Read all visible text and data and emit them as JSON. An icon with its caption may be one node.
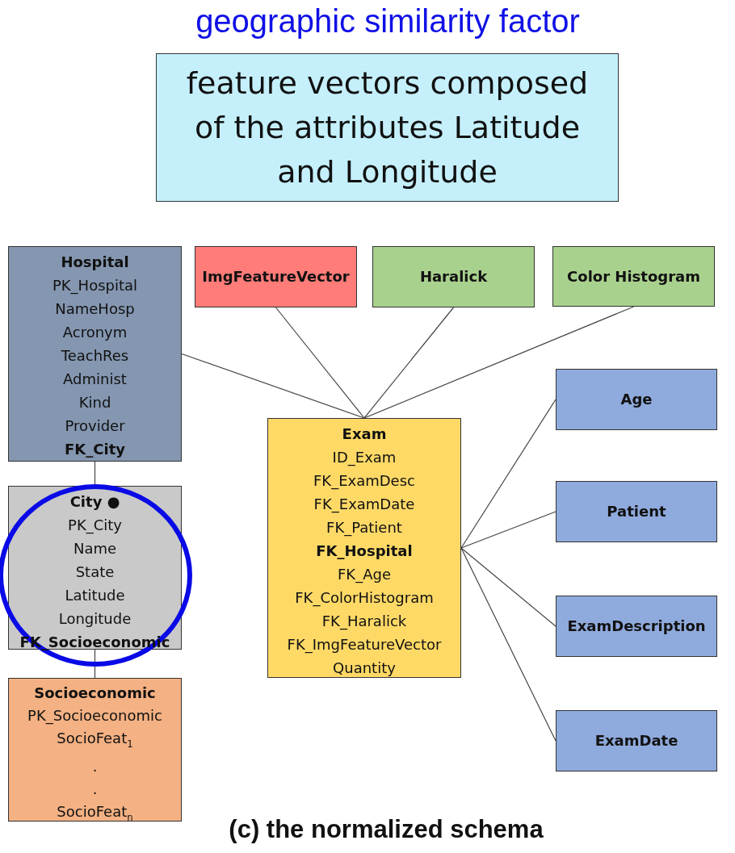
{
  "diagram": {
    "title": "geographic similarity factor",
    "caption": "(c) the normalized schema",
    "nodes": [
      {
        "text": [
          "feature vectors composed of the attributes Latitude and Longitude"
        ]
      },
      {
        "text": [
          "Hospital",
          "PK_Hospital",
          "NameHosp",
          "Acronym",
          "TeachRes",
          "Administ",
          "Kind",
          "Provider",
          "FK_City"
        ]
      },
      {
        "text": [
          "City ●",
          "PK_City",
          "Name",
          "State",
          "Latitude",
          "Longitude",
          "FK_Socioeconomic"
        ]
      },
      {
        "text": [
          "Socioeconomic",
          "PK_Socioeconomic",
          "SocioFeat$_{1}$",
          ".",
          ".",
          "SocioFeat$_{n}$"
        ]
      },
      {
        "text": [
          "ImgFeatureVector"
        ]
      },
      {
        "text": [
          "Haralick"
        ]
      },
      {
        "text": [
          "Color Histogram"
        ]
      },
      {
        "text": [
          "Exam",
          "ID_Exam",
          "FK_ExamDesc",
          "FK_ExamDate",
          "FK_Patient",
          "FK_Hospital",
          "FK_Age",
          "FK_ColorHistogram",
          "FK_Haralick",
          "FK_ImgFeatureVector",
          "Quantity"
        ]
      },
      {
        "text": [
          "Age"
        ]
      },
      {
        "text": [
          "Patient"
        ]
      },
      {
        "text": [
          "ExamDescription"
        ]
      },
      {
        "text": [
          "ExamDate"
        ]
      }
    ],
    "edges": [
      {
        "from": 1,
        "to": 7,
        "arrow": "none"
      },
      {
        "from": 4,
        "to": 7,
        "arrow": "none"
      },
      {
        "from": 5,
        "to": 7,
        "arrow": "none"
      },
      {
        "from": 6,
        "to": 7,
        "arrow": "none"
      },
      {
        "from": 7,
        "to": 8,
        "arrow": "none"
      },
      {
        "from": 7,
        "to": 9,
        "arrow": "none"
      },
      {
        "from": 7,
        "to": 10,
        "arrow": "none"
      },
      {
        "from": 7,
        "to": 11,
        "arrow": "none"
      },
      {
        "from": 1,
        "to": 2,
        "arrow": "none"
      },
      {
        "from": 2,
        "to": 3,
        "arrow": "none"
      }
    ]
  }
}
